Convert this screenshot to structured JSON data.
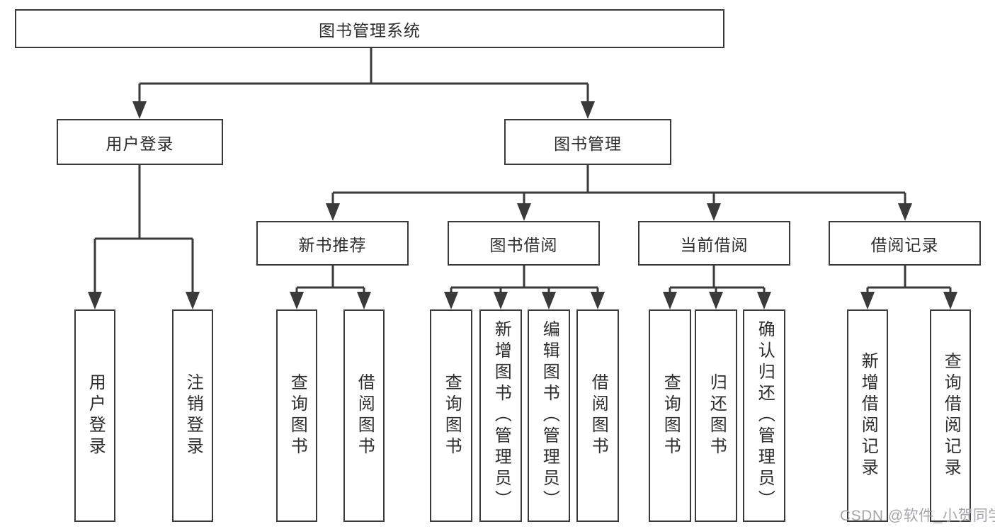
{
  "colors": {
    "background": "#ffffff",
    "box_border": "#3a3a3a",
    "connector_line": "#3a3a3a",
    "text": "#2d2d2d",
    "watermark_text": "#9e9ea3"
  },
  "watermark": {
    "text": "CSDN @软件_小贺同学"
  },
  "nodes": {
    "root": {
      "label": "图书管理系统"
    },
    "user_login": {
      "label": "用户登录"
    },
    "book_mgmt": {
      "label": "图书管理"
    },
    "new_book_rec": {
      "label": "新书推荐"
    },
    "book_borrow": {
      "label": "图书借阅"
    },
    "current_borrow": {
      "label": "当前借阅"
    },
    "borrow_records": {
      "label": "借阅记录"
    },
    "user_login_leaf": {
      "label": "用户登录"
    },
    "logout_leaf": {
      "label": "注销登录"
    },
    "rec_query_books": {
      "label": "查询图书"
    },
    "rec_borrow_books": {
      "label": "借阅图书"
    },
    "bb_query_books": {
      "label": "查询图书"
    },
    "bb_add_books": {
      "label": "新增图书（管理员）"
    },
    "bb_edit_books": {
      "label": "编辑图书（管理员）"
    },
    "bb_borrow_books": {
      "label": "借阅图书"
    },
    "cb_query_books": {
      "label": "查询图书"
    },
    "cb_return_books": {
      "label": "归还图书"
    },
    "cb_confirm_return": {
      "label": "确认归还（管理员）"
    },
    "br_add_record": {
      "label": "新增借阅记录"
    },
    "br_query_record": {
      "label": "查询借阅记录"
    }
  }
}
